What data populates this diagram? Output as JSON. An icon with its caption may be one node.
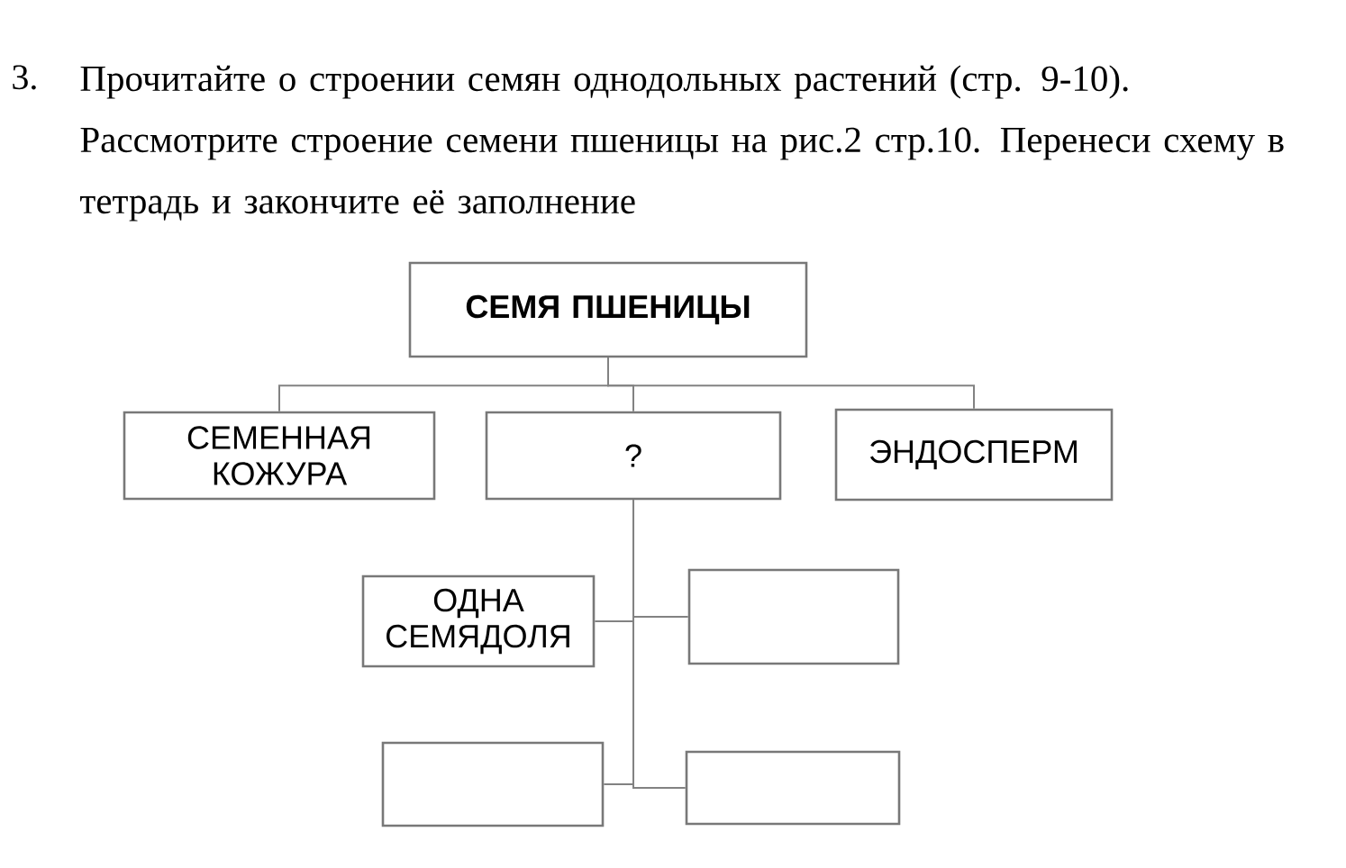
{
  "diagram": {
    "nodes": [
      {
        "text": [
          "СЕМЯ ПШЕНИЦЫ"
        ]
      },
      {
        "text": [
          "СЕМЕННАЯ КОЖУРА"
        ]
      },
      {
        "text": [
          "?"
        ]
      },
      {
        "text": [
          "ЭНДОСПЕРМ"
        ]
      },
      {
        "text": [
          "ОДНА СЕМЯДОЛЯ"
        ]
      },
      {
        "text": [],
        "shape": "box"
      },
      {
        "text": [],
        "shape": "box"
      },
      {
        "text": [],
        "shape": "box"
      }
    ],
    "edges": [
      {
        "from": 0,
        "to": 1,
        "arrow": "none"
      },
      {
        "from": 0,
        "to": 2,
        "arrow": "none"
      },
      {
        "from": 0,
        "to": 3,
        "arrow": "none"
      },
      {
        "from": 2,
        "to": 4,
        "arrow": "none"
      },
      {
        "from": 2,
        "to": 5,
        "arrow": "none"
      },
      {
        "from": 2,
        "to": 6,
        "arrow": "none"
      },
      {
        "from": 2,
        "to": 7,
        "arrow": "none"
      }
    ],
    "labels": [
      "3.",
      "Прочитайте о строении семян однодольных растений (стр. 9-10). Рассмотрите строение семени пшеницы на рис.2 стр.10. Перенеси схему в тетрадь и закончите её заполнение"
    ]
  }
}
